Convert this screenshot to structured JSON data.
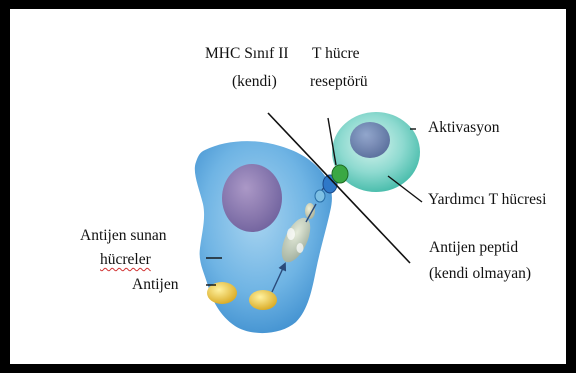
{
  "labels": {
    "mhc_line1": "MHC Sınıf II",
    "mhc_line2": "(kendi)",
    "tcr_line1": "T hücre",
    "tcr_line2": "reseptörü",
    "activation": "Aktivasyon",
    "helper_t": "Yardımcı T hücresi",
    "apc_line1": "Antijen sunan",
    "apc_line2": "hücreler",
    "antigen": "Antijen",
    "peptide_line1": "Antijen peptid",
    "peptide_line2": "(kendi olmayan)"
  },
  "colors": {
    "apc_cell": "#5aa8de",
    "apc_nucleus": "#8a6aa8",
    "t_cell": "#5ec8b8",
    "t_nucleus": "#6a7aa8",
    "antigen": "#e8c23a",
    "receptor": "#3aa844"
  }
}
